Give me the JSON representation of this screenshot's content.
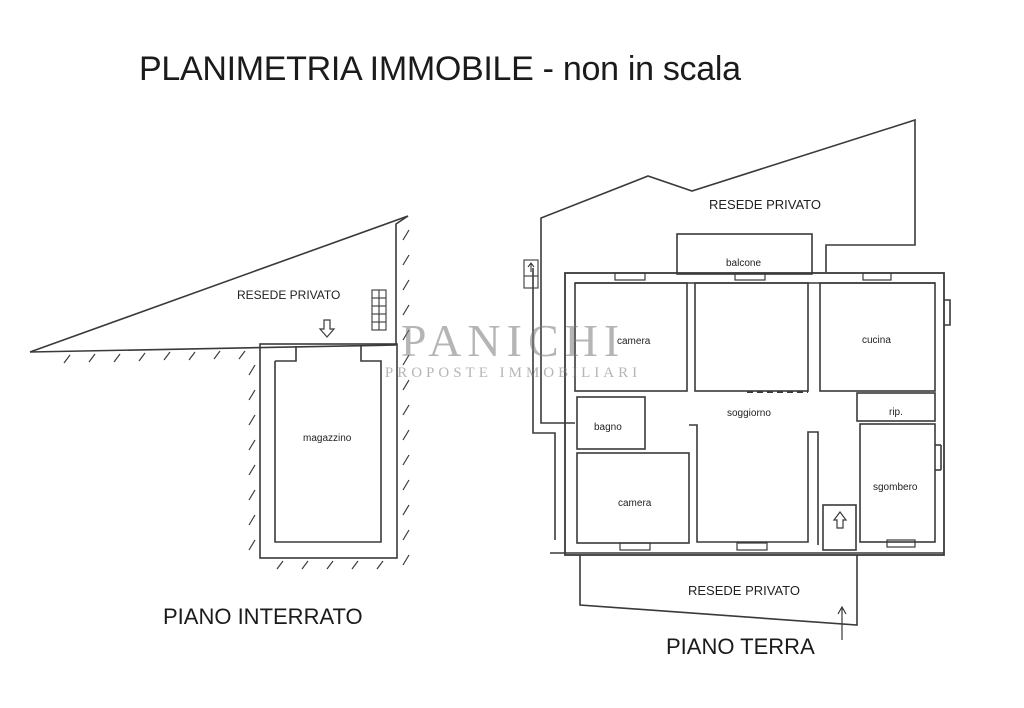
{
  "title": "PLANIMETRIA IMMOBILE - non in scala",
  "floors": {
    "basement": {
      "label": "PIANO INTERRATO",
      "areas": {
        "resede": "RESEDE PRIVATO"
      },
      "rooms": {
        "magazzino": "magazzino"
      }
    },
    "ground": {
      "label": "PIANO TERRA",
      "areas": {
        "resede_top": "RESEDE PRIVATO",
        "resede_bottom": "RESEDE PRIVATO"
      },
      "rooms": {
        "balcone": "balcone",
        "camera_top": "camera",
        "cucina": "cucina",
        "soggiorno": "soggiorno",
        "bagno": "bagno",
        "rip": "rip.",
        "camera_bottom": "camera",
        "sgombero": "sgombero"
      }
    }
  },
  "watermark": {
    "brand": "PANICHI",
    "tagline": "PROPOSTE IMMOBILIARI"
  },
  "colors": {
    "line": "#3a3a3a",
    "text": "#1b1b1b",
    "watermark": "#8a8a8a"
  }
}
